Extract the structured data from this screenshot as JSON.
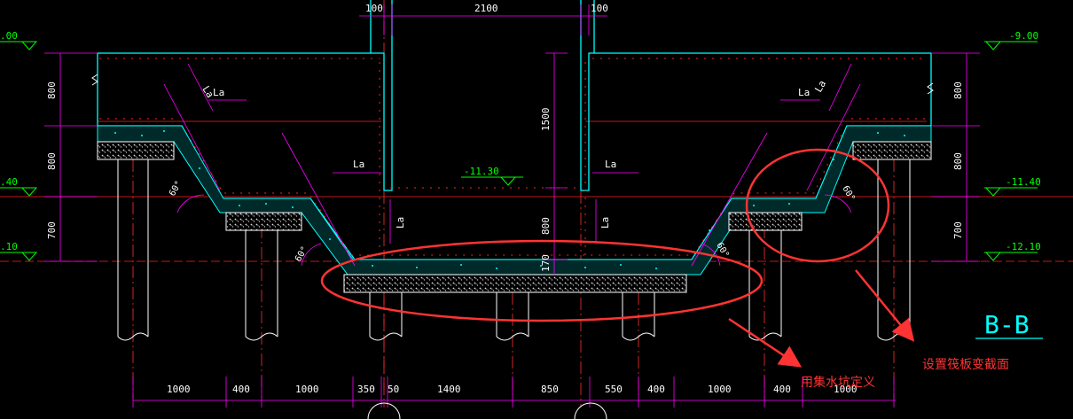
{
  "colors": {
    "background": "#000000",
    "concrete": "#ffffff",
    "waterproof": "#00ffff",
    "dimension": "#ff00ff",
    "rebar": "#ff2020",
    "elevation": "#00ff00",
    "annotation": "#ff3333",
    "section_title": "#00ffff"
  },
  "top_dims": [
    "100",
    "2100",
    "100"
  ],
  "left_elevations": [
    ".00",
    ".40",
    ".10"
  ],
  "right_elevations": [
    "-9.00",
    "-11.40",
    "-12.10"
  ],
  "pit_elevation": "-11.30",
  "left_vertical_dims": [
    "800",
    "800",
    "700"
  ],
  "right_vertical_dims": [
    "800",
    "800",
    "700"
  ],
  "pit_dims": [
    "1500",
    "800",
    "170"
  ],
  "anchor_label": "La",
  "angle_label": "60°",
  "bottom_dims": [
    "1000",
    "400",
    "1000",
    "350",
    "50",
    "1400",
    "850",
    "550",
    "400",
    "1000",
    "400",
    "1000"
  ],
  "section_title": "B-B",
  "annotations": {
    "pit_note": "用集水坑定义",
    "raft_note": "设置筏板变截面"
  }
}
